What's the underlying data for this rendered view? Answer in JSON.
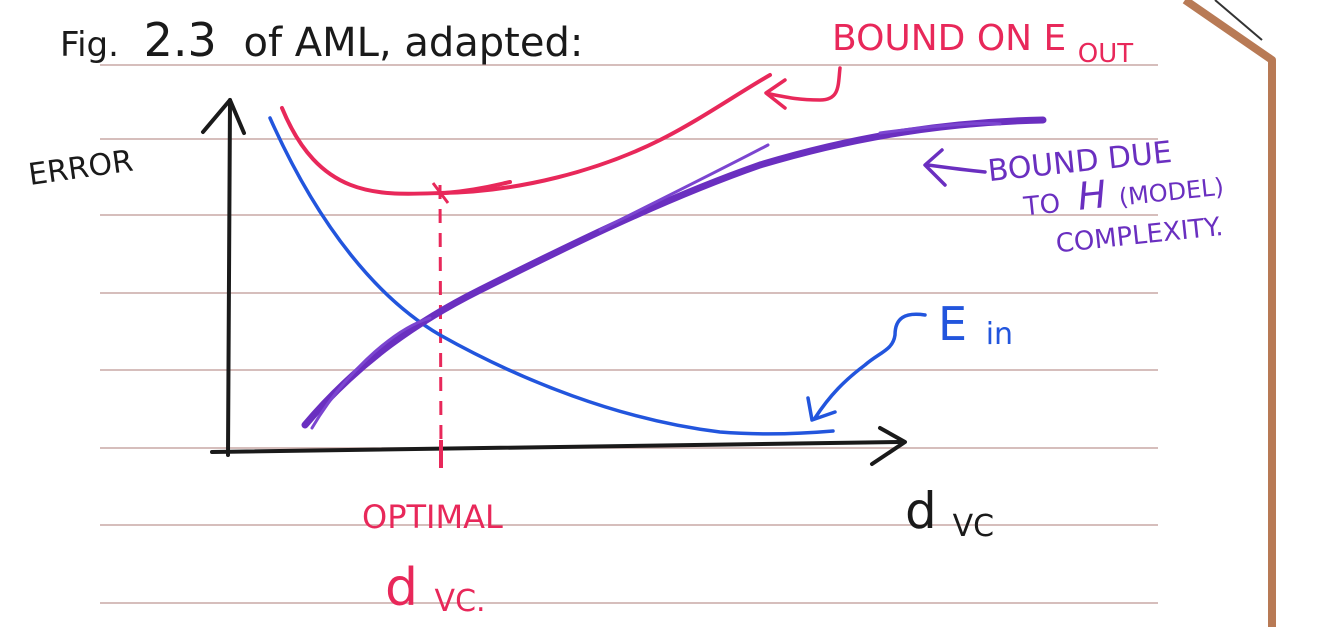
{
  "title": {
    "fig_prefix": "Fig.",
    "fig_number": "2.3",
    "rest": "of AML, adapted:"
  },
  "labels": {
    "y_axis": "ERROR",
    "x_axis_main": "d",
    "x_axis_sub": "VC",
    "optimal_line1": "OPTIMAL",
    "optimal_line2_main": "d",
    "optimal_line2_sub": "VC.",
    "bound_eout_text": "BOUND ON E",
    "bound_eout_sub": "OUT",
    "complexity_line1": "BOUND DUE",
    "complexity_line2_pre": "TO",
    "complexity_script_h": "H",
    "complexity_line2_post": "(MODEL)",
    "complexity_line3": "COMPLEXITY.",
    "ein_main": "E",
    "ein_sub": "in"
  },
  "colors": {
    "ink_black": "#1a1a1a",
    "red": "#e8285a",
    "blue": "#2255dd",
    "purple": "#6a2fc0",
    "ruled_line": "#c9a9a6",
    "page_edge": "#b87a55",
    "paper": "#ffffff"
  }
}
